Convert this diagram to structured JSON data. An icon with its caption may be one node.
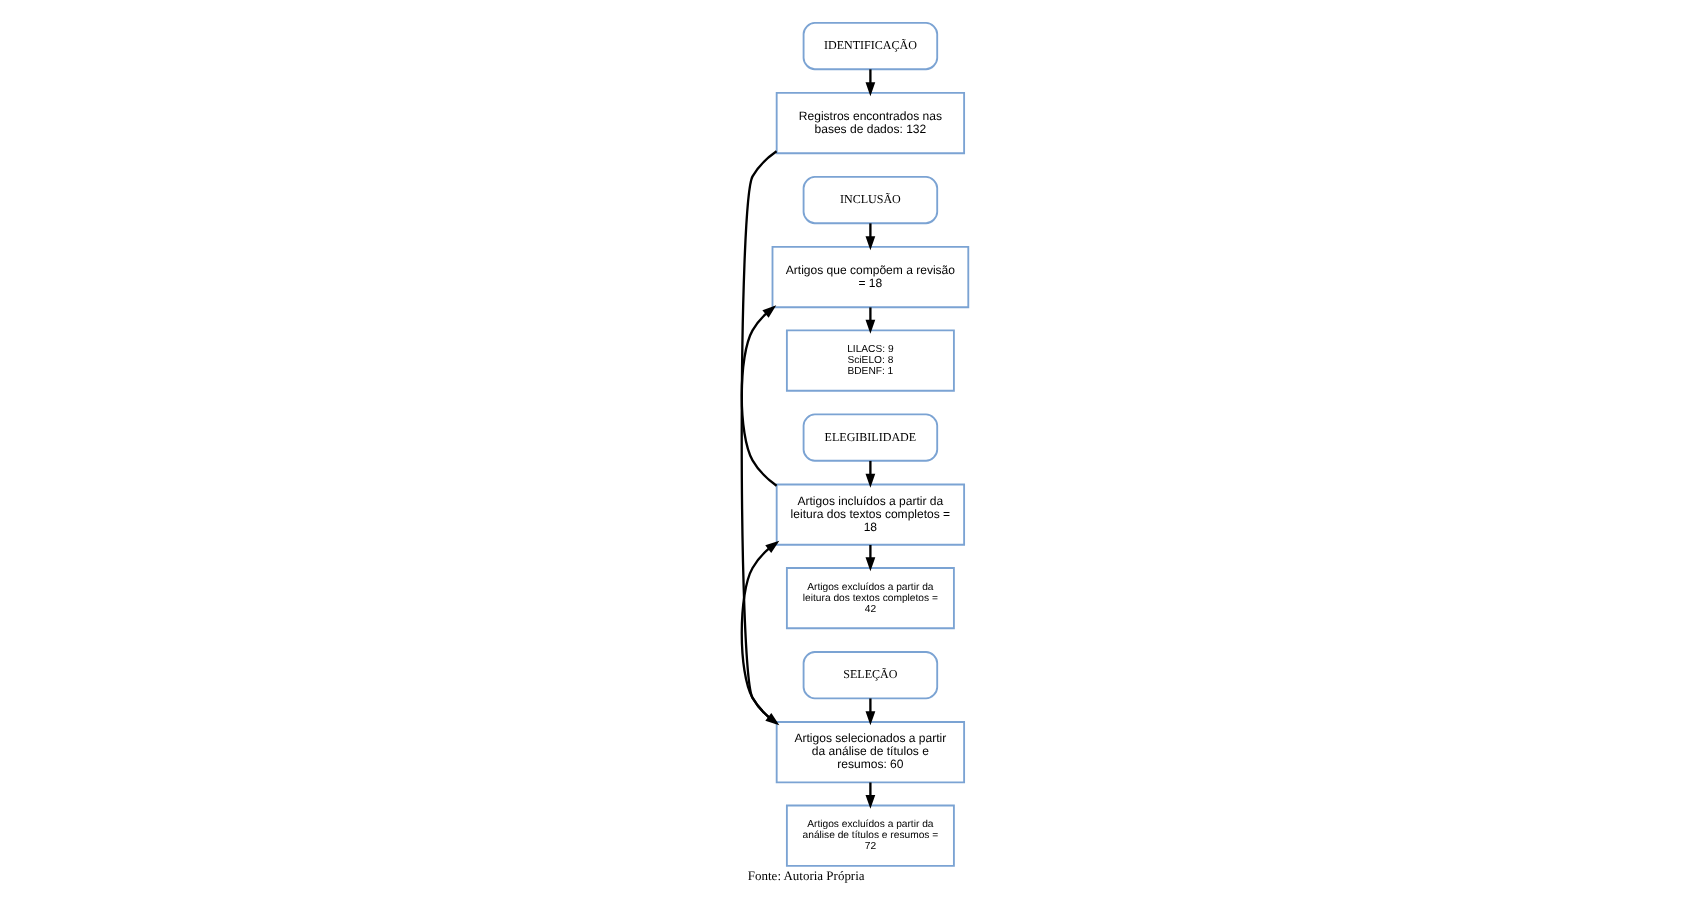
{
  "diagram": {
    "caption": "Fonte: Autoria Própria",
    "nodes": [
      {
        "text": [
          "IDENTIFICAÇÃO"
        ]
      },
      {
        "text": [
          "Registros encontrados nas bases de dados: 132"
        ]
      },
      {
        "text": [
          "SELEÇÃO"
        ]
      },
      {
        "text": [
          "Artigos selecionados a partir da análise de títulos e resumos: 60"
        ]
      },
      {
        "text": [
          "Artigos excluídos a partir da análise de títulos e resumos = 72"
        ]
      },
      {
        "text": [
          "ELEGIBILIDADE"
        ]
      },
      {
        "text": [
          "Artigos incluídos a partir da leitura dos textos completos = 18"
        ]
      },
      {
        "text": [
          "Artigos excluídos a partir da leitura dos textos completos = 42"
        ]
      },
      {
        "text": [
          "INCLUSÃO"
        ]
      },
      {
        "text": [
          "Artigos que compõem a revisão = 18"
        ]
      },
      {
        "text": [
          "LILACS: 9",
          "SciELO: 8",
          "BDENF: 1"
        ]
      }
    ],
    "edges": [
      {
        "from": 0,
        "to": 1,
        "arrow": "to"
      },
      {
        "from": 1,
        "to": 3,
        "arrow": "to"
      },
      {
        "from": 2,
        "to": 3,
        "arrow": "to"
      },
      {
        "from": 3,
        "to": 4,
        "arrow": "to"
      },
      {
        "from": 3,
        "to": 6,
        "arrow": "to"
      },
      {
        "from": 5,
        "to": 6,
        "arrow": "to"
      },
      {
        "from": 6,
        "to": 7,
        "arrow": "to"
      },
      {
        "from": 6,
        "to": 9,
        "arrow": "to"
      },
      {
        "from": 8,
        "to": 9,
        "arrow": "to"
      },
      {
        "from": 9,
        "to": 10,
        "arrow": "to"
      }
    ]
  }
}
